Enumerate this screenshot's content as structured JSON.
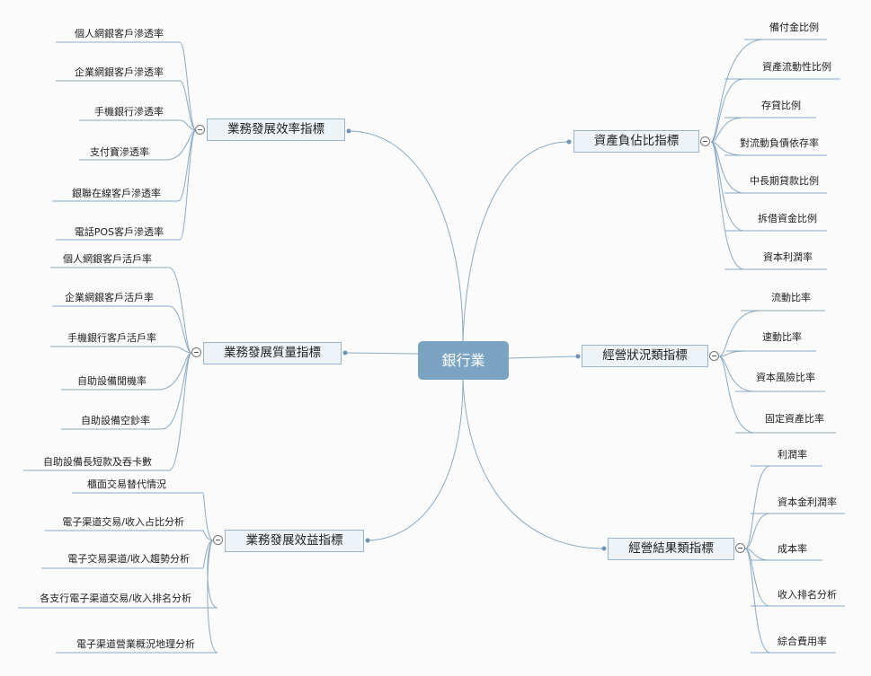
{
  "root": "銀行業",
  "left": [
    {
      "title": "業務發展效率指標",
      "children": [
        "個人網銀客戶滲透率",
        "企業網銀客戶滲透率",
        "手機銀行滲透率",
        "支付寶滲透率",
        "銀聯在線客戶滲透率",
        "電話POS客戶滲透率"
      ]
    },
    {
      "title": "業務發展質量指標",
      "children": [
        "個人網銀客戶活戶率",
        "企業網銀客戶活戶率",
        "手機銀行客戶活戶率",
        "自助設備閒機率",
        "自助設備空鈔率",
        "自助設備長短款及吞卡數"
      ]
    },
    {
      "title": "業務發展效益指標",
      "children": [
        "櫃面交易替代情況",
        "電子渠道交易/收入占比分析",
        "電子交易渠道/收入趨勢分析",
        "各支行電子渠道交易/收入排名分析",
        "電子渠道營業概況地理分析"
      ]
    }
  ],
  "right": [
    {
      "title": "資產負佔比指標",
      "children": [
        "備付金比例",
        "資產流動性比例",
        "存貸比例",
        "對流動負債依存率",
        "中長期貸款比例",
        "拆借資金比例",
        "資本利潤率"
      ]
    },
    {
      "title": "經營狀況類指標",
      "children": [
        "流動比率",
        "速動比率",
        "資本風險比率",
        "固定資產比率"
      ]
    },
    {
      "title": "經營結果類指標",
      "children": [
        "利潤率",
        "資本金利潤率",
        "成本率",
        "收入排名分析",
        "綜合費用率"
      ]
    }
  ]
}
